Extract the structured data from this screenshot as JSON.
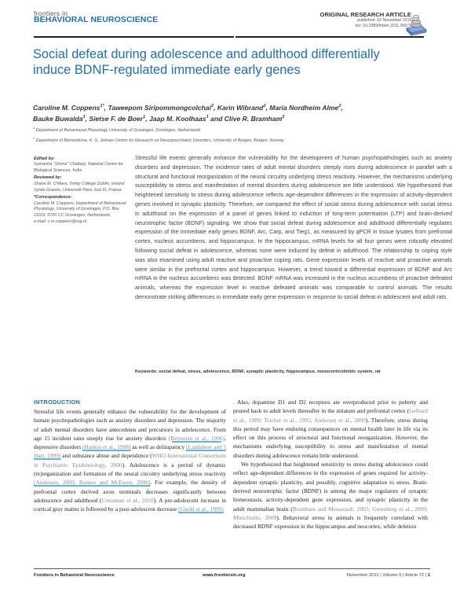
{
  "header": {
    "journal_prefix": "frontiers in",
    "journal_name": "BEHAVIORAL NEUROSCIENCE",
    "article_type": "ORIGINAL RESEARCH ARTICLE",
    "published": "published: 02 November 2011",
    "doi": "doi: 10.3389/fnbeh.2011.00072",
    "logo_icon": "frontiers-stacked-logo-icon",
    "accent_color": "#1f6fb5"
  },
  "title": "Social defeat during adolescence and adulthood differentially induce BDNF-regulated immediate early genes",
  "authors": [
    {
      "name": "Caroline M. Coppens",
      "sup": "1*"
    },
    {
      "name": "Taweepom Siripommongcolchai",
      "sup": "2"
    },
    {
      "name": "Karin Wibrand",
      "sup": "2"
    },
    {
      "name": "Maria Nordheim Alme",
      "sup": "2"
    },
    {
      "name": "Bauke Buwalda",
      "sup": "1"
    },
    {
      "name": "Sietse F. de Boer",
      "sup": "1"
    },
    {
      "name": "Jaap M. Koolhaas",
      "sup": "1"
    },
    {
      "name": "Clive R. Bramham",
      "sup": "2"
    }
  ],
  "authors_and": "and",
  "affiliations": [
    {
      "sup": "1",
      "text": "Department of Behavioural Physiology University of Groningen, Groningen, Netherlands"
    },
    {
      "sup": "2",
      "text": "Department of Biomedicine, K. G. Jebsen Centre for Research on Neuropsychiatric Disorders, University of Bergen, Bergen, Norway"
    }
  ],
  "sidebar": {
    "edited_label": "Edited by:",
    "edited_by": "Sumantra \"Shona\" Chattarji, National Centre for Biological Sciences, India",
    "reviewed_label": "Reviewed by:",
    "reviewer_1": "Shane M. O'Mara, Trinity College Dublin, Ireland",
    "reviewer_2": "Sylvie Granon, Université Paris Sud XI, France",
    "correspondence_label": "*Correspondence:",
    "correspondence": "Caroline M. Coppens, Department of Behavioural Physiology, University of Groningen, P.O. Box 11103, 9700 CC Groningen, Netherlands.",
    "email": "e-mail: c.m.coppens@rug.nl"
  },
  "abstract": "Stressful life events generally enhance the vulnerability for the development of human psychopathologies such as anxiety disorders and depression. The incidence rates of adult mental disorders steeply rises during adolescence in parallel with a structural and functional reorganization of the neural circuitry underlying stress reactivity. However, the mechanisms underlying susceptibility to stress and manifestation of mental disorders during adolescence are little understood. We hypothesized that heightened sensitivity to stress during adolescence reflects age-dependent differences in the expression of activity-dependent genes involved in synaptic plasticity. Therefore, we compared the effect of social stress during adolescence with social stress in adulthood on the expression of a panel of genes linked to induction of long-term potentiation (LTP) and brain-derived neurotrophic factor (BDNF) signaling. We show that social defeat during adolescence and adulthood differentially regulates expression of the immediate early genes BDNF, Arc, Carp, and Tieg1, as measured by qPCR in tissue lysates from prefrontal cortex, nucleus accumbens, and hippocampus. In the hippocampus, mRNA levels for all four genes were robustly elevated following social defeat in adolescence, whereas none were induced by defeat in adulthood. The relationship to coping style was also examined using adult reactive and proactive coping rats. Gene expression levels of reactive and proactive animals were similar in the prefrontal cortex and hippocampus. However, a trend toward a differential expression of BDNF and Arc mRNA in the nucleus accumbens was detected. BDNF mRNA was increased in the nucleus accumbens of proactive defeated animals, whereas the expression level in reactive defeated animals was comparable to control animals. The results demonstrate striking differences in immediate early gene expression in response to social defeat in adolescent and adult rats.",
  "keywords": "Keywords: social defeat, stress, adolescence, BDNF, synaptic plasticity, hippocampus, mesocorticolimbic system, rat",
  "intro": {
    "heading": "INTRODUCTION",
    "p1_a": "Stressful life events generally enhance the vulnerability for the development of human psychopathologies such as anxiety disorders and depression. The majority of adult mental disorders have antecedents and precursors in adolescence. From age 15 incident rates steeply rise for anxiety disorders ",
    "cite_1": "(Bernstein et al., 1996)",
    "p1_b": ", depressive disorders ",
    "cite_2": "(Hankin et al., 1998)",
    "p1_c": " as well as delinquency ",
    "cite_3": "(Landsheer and 't Hart, 1999)",
    "p1_d": " and substance abuse and dependence (",
    "cite_4": "WHO International Consortium in Psychiatric Epidemiology, 2000",
    "p1_e": "). Adolescence is a period of dynamic (re)organization and formation of the neural circuitry underlying stress reactivity ",
    "cite_5": "(Andersen, 2003; Romeo and McEwen, 2006)",
    "p1_f": ". For example, the density of prefrontal cortex derived axon terminals decreases significantly between adolescence and adulthood (",
    "cite_6": "Cressman et al., 2010",
    "p1_g": "). A pre-adolescent increase in cortical gray matter is followed by a post-adolescent decrease ",
    "cite_7": "(Giedd et al., 1999)",
    "p1_h": ". Also, dopamine D1 and D2 receptors are overproduced prior to puberty and pruned back to adult levels thereafter in the striatum and prefrontal cortex (",
    "cite_8": "Gelbard et al., 1989; Teicher et al., 1995; Andersen et al., 2000",
    "p1_i": "). Therefore, stress during this period may have enduring consequences on mental health later in life via its effect on this process of structural and functional reorganization. However, the mechanisms underlying susceptibility to stress and manifestation of mental disorders during adolescence remain little understood.",
    "p2_a": "We hypothesized that heightened sensitivity to stress during adolescence could reflect age-dependent differences in the expression of genes required for activity-dependent synaptic plasticity, and possibly, cognitive adaptation to stress. Brain-derived neurotrophic factor (BDNF) is among the major regulators of synaptic homeostasis, activity-dependent gene expression, and synaptic plasticity in the adult mammalian brain (",
    "cite_9": "Bramham and Messaoudi, 2005; Greenberg et al., 2009; Minichiello, 2009",
    "p2_b": "). Behavioral stress in animals is frequently correlated with decreased BDNF expression in the hippocampus and neocortex, while deletion"
  },
  "footer": {
    "journal": "Frontiers in Behavioral Neuroscience",
    "url": "www.frontiersin.org",
    "issue": "November 2011 | Volume 5 | Article 72 |",
    "page": "1"
  }
}
